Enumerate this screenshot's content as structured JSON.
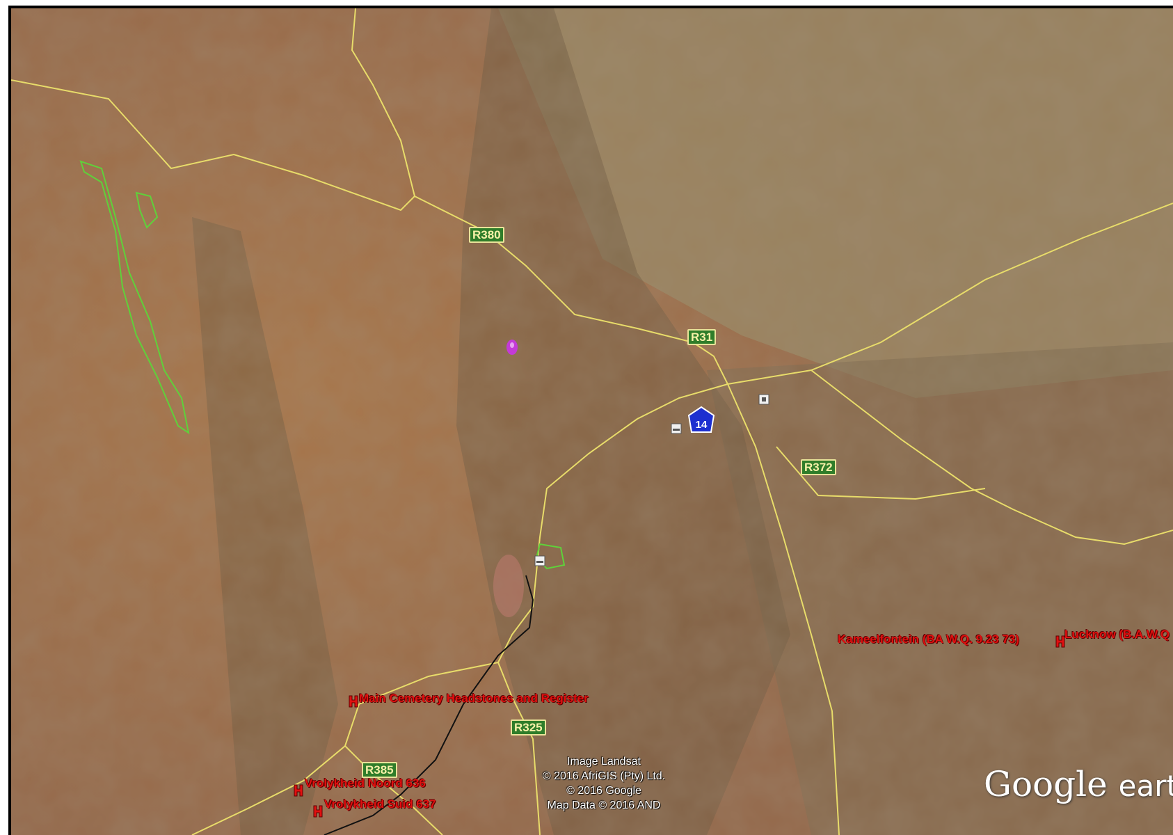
{
  "map": {
    "type": "satellite",
    "road_shields": [
      "R380",
      "R31",
      "R372",
      "R325",
      "R385"
    ],
    "highway_badge": "14",
    "place_labels": [
      "Main Cemetery Headstones and Register",
      "Vrolykheid Noord 636",
      "Vrolykheid Suid 637",
      "Kameelfontein (BA W.Q. 9.23 73)",
      "Lucknow (B.A.W.Q"
    ],
    "attribution": [
      "Image Landsat",
      "© 2016 AfriGIS (Pty) Ltd.",
      "© 2016 Google",
      "Map Data © 2016 AND"
    ],
    "logo": {
      "brand": "Google",
      "product": "earth"
    },
    "colors": {
      "road": "#e8dc6a",
      "boundary": "#5fd13a",
      "label": "#e01010",
      "shield": "#2f7d2a",
      "badge": "#1d2fd0"
    },
    "icons": [
      "cemetery-marker-icon",
      "bed-icon",
      "store-icon",
      "purple-pin-icon",
      "highway-14-icon"
    ]
  }
}
